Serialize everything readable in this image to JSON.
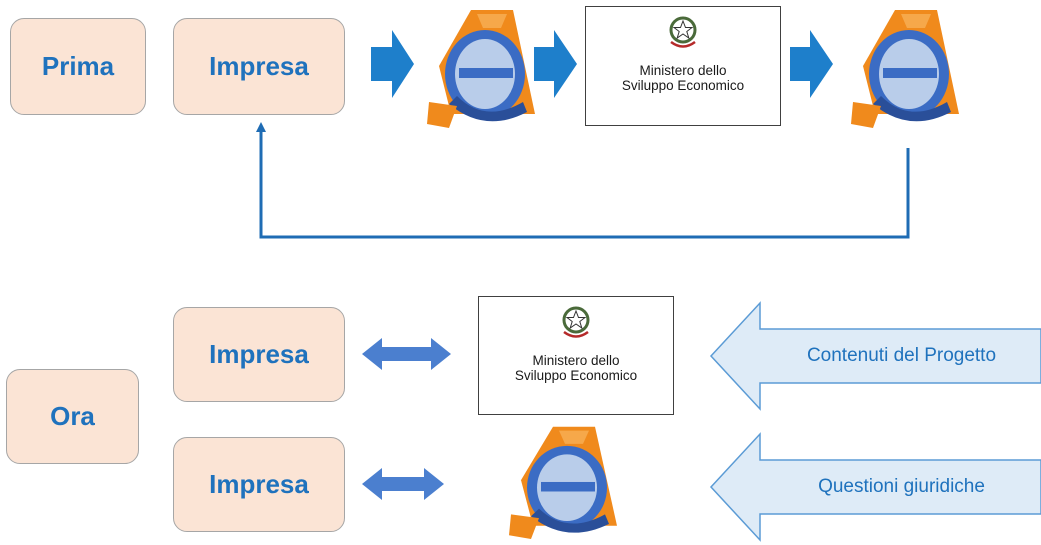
{
  "before": {
    "label": "Prima",
    "company": "Impresa",
    "ministry": {
      "line1": "Ministero dello",
      "line2": "Sviluppo Economico"
    }
  },
  "now": {
    "label": "Ora",
    "company_1": "Impresa",
    "company_2": "Impresa",
    "ministry": {
      "line1": "Ministero dello",
      "line2": "Sviluppo Economico"
    },
    "callout_1": "Contenuti del Progetto",
    "callout_2": "Questioni giuridiche"
  },
  "colors": {
    "box_fill": "#fbe4d5",
    "text_blue": "#1f72bd",
    "arrow_blue": "#1e7fcb",
    "callout_fill": "#deebf7"
  }
}
